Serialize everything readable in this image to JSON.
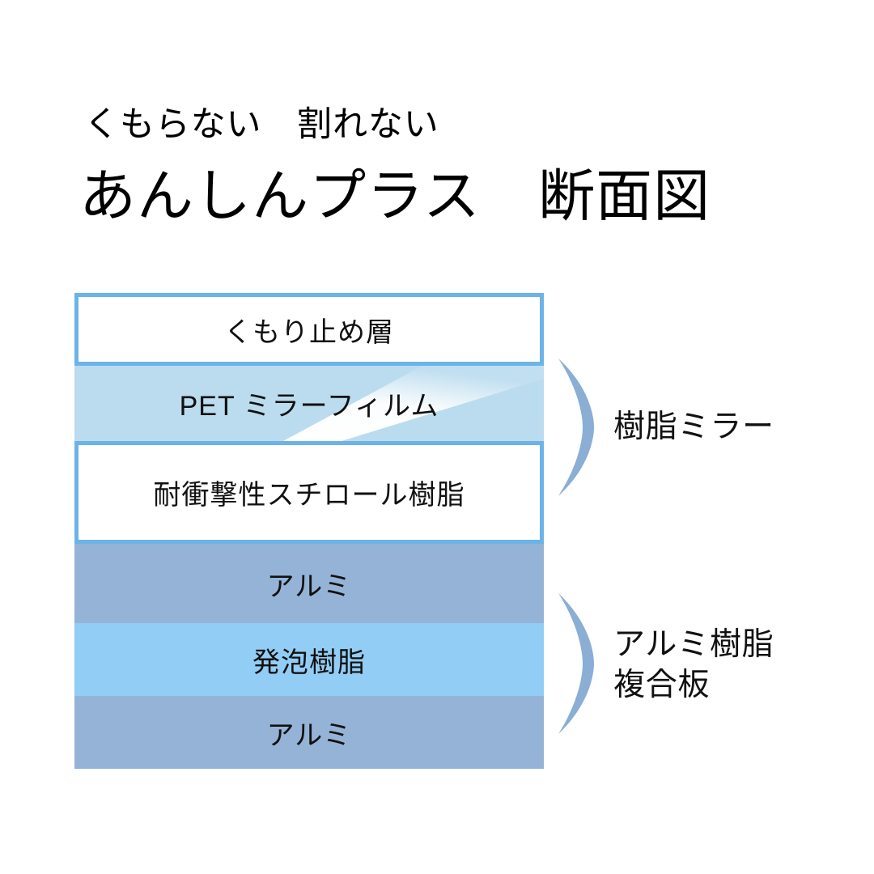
{
  "heading": {
    "kicker": "くもらない　割れない",
    "title": "あんしんプラス　断面図"
  },
  "diagram": {
    "type": "cross-section-stack",
    "layers": [
      {
        "id": "antifog",
        "label": "くもり止め層",
        "fill": "#ffffff",
        "border": "#6cb3e8",
        "gloss": false
      },
      {
        "id": "pet",
        "label": "PET ミラーフィルム",
        "fill": "#bbdcef",
        "border": "",
        "gloss": true
      },
      {
        "id": "styrol",
        "label": "耐衝撃性スチロール樹脂",
        "fill": "#ffffff",
        "border": "#6cb3e8",
        "gloss": false
      },
      {
        "id": "alu-top",
        "label": "アルミ",
        "fill": "#95b3d7",
        "border": "",
        "gloss": false
      },
      {
        "id": "foam",
        "label": "発泡樹脂",
        "fill": "#92cdf5",
        "border": "",
        "gloss": false
      },
      {
        "id": "alu-bot",
        "label": "アルミ",
        "fill": "#95b3d7",
        "border": "",
        "gloss": false
      }
    ],
    "groups": [
      {
        "id": "resin-mirror",
        "label": "樹脂ミラー",
        "covers": [
          "antifog",
          "pet",
          "styrol"
        ],
        "brace_color": "#8aaed4"
      },
      {
        "id": "alu-panel",
        "label": "アルミ樹脂\n複合板",
        "covers": [
          "alu-top",
          "foam",
          "alu-bot"
        ],
        "brace_color": "#8aaed4"
      }
    ]
  },
  "colors": {
    "accent_border": "#6cb3e8",
    "pet_fill": "#bbdcef",
    "aluminium_fill": "#95b3d7",
    "foam_fill": "#92cdf5",
    "brace": "#8aaed4",
    "text": "#111111",
    "background": "#ffffff"
  }
}
